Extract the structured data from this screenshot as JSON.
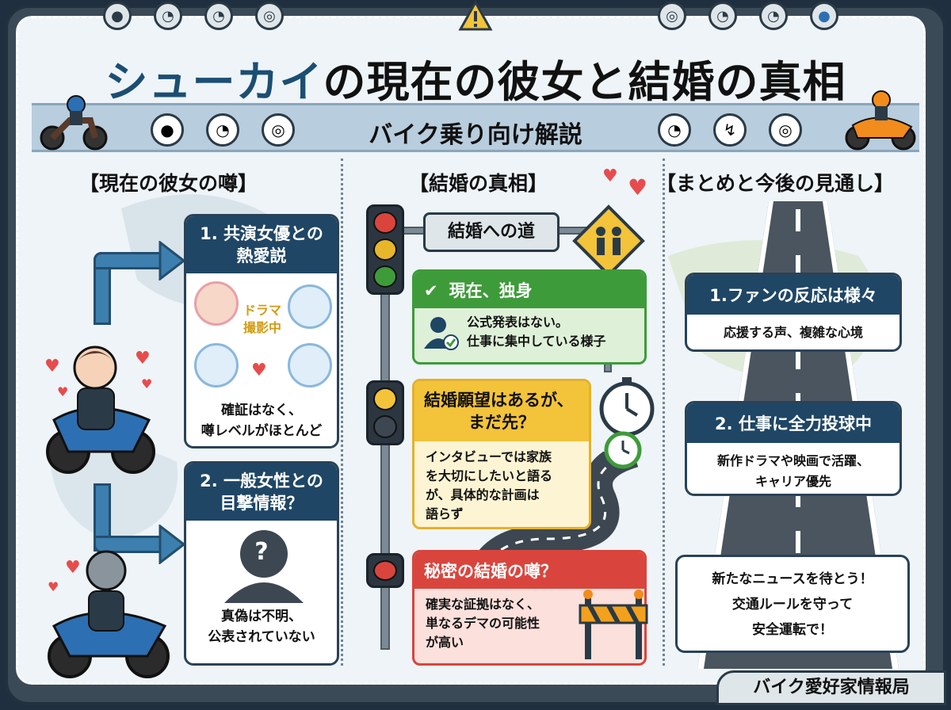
{
  "header": {
    "title_accent": "シューカイ",
    "title_rest": "の現在の彼女と結婚の真相",
    "subtitle": "バイク乗り向け解説"
  },
  "columns": {
    "left_heading": "【現在の彼女の噂】",
    "middle_heading": "【結婚の真相】",
    "right_heading": "【まとめと今後の見通し】"
  },
  "left": {
    "card1": {
      "title_line1": "1. 共演女優との",
      "title_line2": "熱愛説",
      "badge_line1": "ドラマ",
      "badge_line2": "撮影中",
      "body_line1": "確証はなく、",
      "body_line2": "噂レベルがほとんど"
    },
    "card2": {
      "title_line1": "2. 一般女性との",
      "title_line2": "目撃情報？",
      "mystery_mark": "?",
      "body_line1": "真偽は不明、",
      "body_line2": "公表されていない"
    }
  },
  "middle": {
    "road_sign": "結婚への道",
    "green": {
      "title": "現在、独身",
      "body_line1": "公式発表はない。",
      "body_line2": "仕事に集中している様子"
    },
    "yellow": {
      "title_line1": "結婚願望はあるが、",
      "title_line2": "まだ先？",
      "body_line1": "インタビューでは家族",
      "body_line2": "を大切にしたいと語る",
      "body_line3": "が、具体的な計画は",
      "body_line4": "語らず"
    },
    "red": {
      "title": "秘密の結婚の噂？",
      "body_line1": "確実な証拠はなく、",
      "body_line2": "単なるデマの可能性",
      "body_line3": "が高い"
    }
  },
  "right": {
    "box1": {
      "title": "1.ファンの反応は様々",
      "body": "応援する声、複雑な心境"
    },
    "box2": {
      "title": "2. 仕事に全力投球中",
      "body_line1": "新作ドラマや映画で活躍、",
      "body_line2": "キャリア優先"
    },
    "box3": {
      "line1": "新たなニュースを待とう！",
      "line2": "交通ルールを守って",
      "line3": "安全運転で！"
    }
  },
  "footer": {
    "brand": "バイク愛好家情報局"
  },
  "colors": {
    "navy": "#1f4665",
    "accent_blue": "#1b4e72",
    "green": "#3e9b3a",
    "yellow": "#f3c33a",
    "red": "#d9453d",
    "road": "#4a5560"
  },
  "icons": [
    "helmet-icon",
    "speedometer-icon",
    "tire-icon",
    "warning-icon",
    "route-icon",
    "check-icon",
    "clock-icon",
    "heart-icon",
    "motorcycle-icon",
    "barrier-icon"
  ]
}
